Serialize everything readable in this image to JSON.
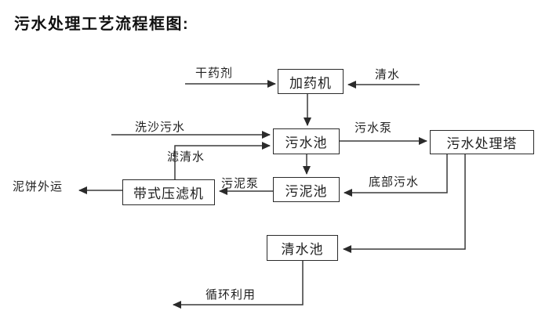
{
  "title": "污水处理工艺流程框图:",
  "nodes": {
    "dosing_machine": {
      "label": "加药机"
    },
    "sewage_pool": {
      "label": "污水池"
    },
    "treatment_tower": {
      "label": "污水处理塔"
    },
    "sludge_pool": {
      "label": "污泥池"
    },
    "belt_filter_press": {
      "label": "带式压滤机"
    },
    "clear_water_pool": {
      "label": "清水池"
    }
  },
  "edge_labels": {
    "dry_chemical": "干药剂",
    "clear_water": "清水",
    "sand_washing_sewage": "洗沙污水",
    "filtered_water": "滤清水",
    "sewage_pump": "污水泵",
    "bottom_sewage": "底部污水",
    "sludge_pump": "污泥泵",
    "mud_cake_out": "泥饼外运",
    "recycle_use": "循环利用"
  },
  "colors": {
    "background": "#ffffff",
    "line": "#3a3a3a",
    "box_border": "#2a2a2a",
    "text": "#1f1f1f"
  }
}
